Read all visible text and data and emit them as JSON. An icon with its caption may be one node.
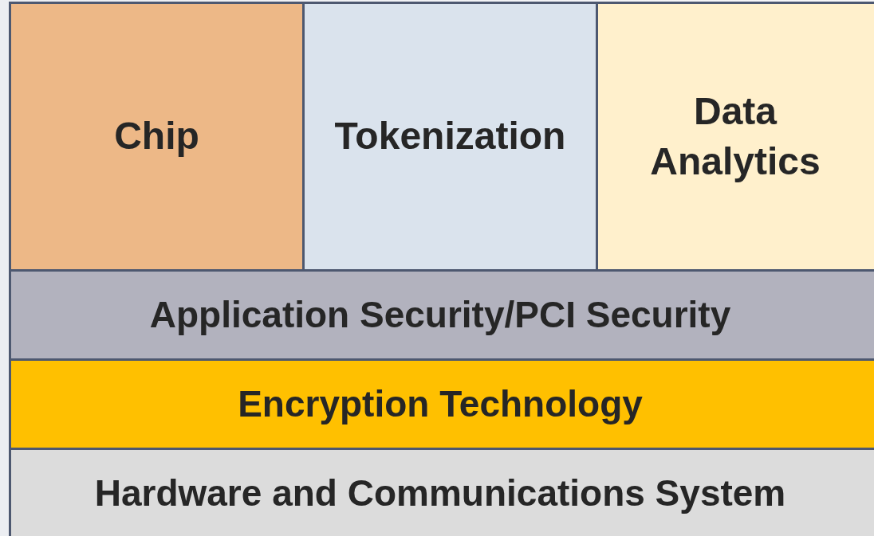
{
  "diagram": {
    "nodes": [
      {
        "text": [
          "Chip"
        ]
      },
      {
        "text": [
          "Tokenization"
        ]
      },
      {
        "text": [
          "Data Analytics"
        ]
      },
      {
        "text": [
          "Application Security/PCI Security"
        ]
      },
      {
        "text": [
          "Encryption Technology"
        ]
      },
      {
        "text": [
          "Hardware and Communications System"
        ]
      }
    ]
  }
}
